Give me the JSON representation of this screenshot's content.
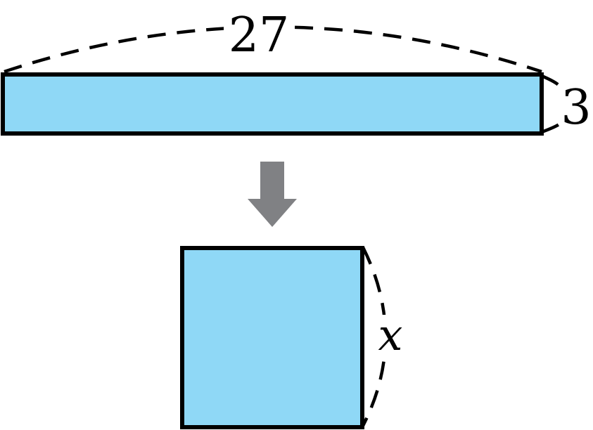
{
  "figure": {
    "top_width_label": "27",
    "top_height_label": "3",
    "square_side_label": "x"
  },
  "colors": {
    "fill": "#8fd8f6",
    "arrow": "#808184",
    "stroke": "#000000"
  }
}
